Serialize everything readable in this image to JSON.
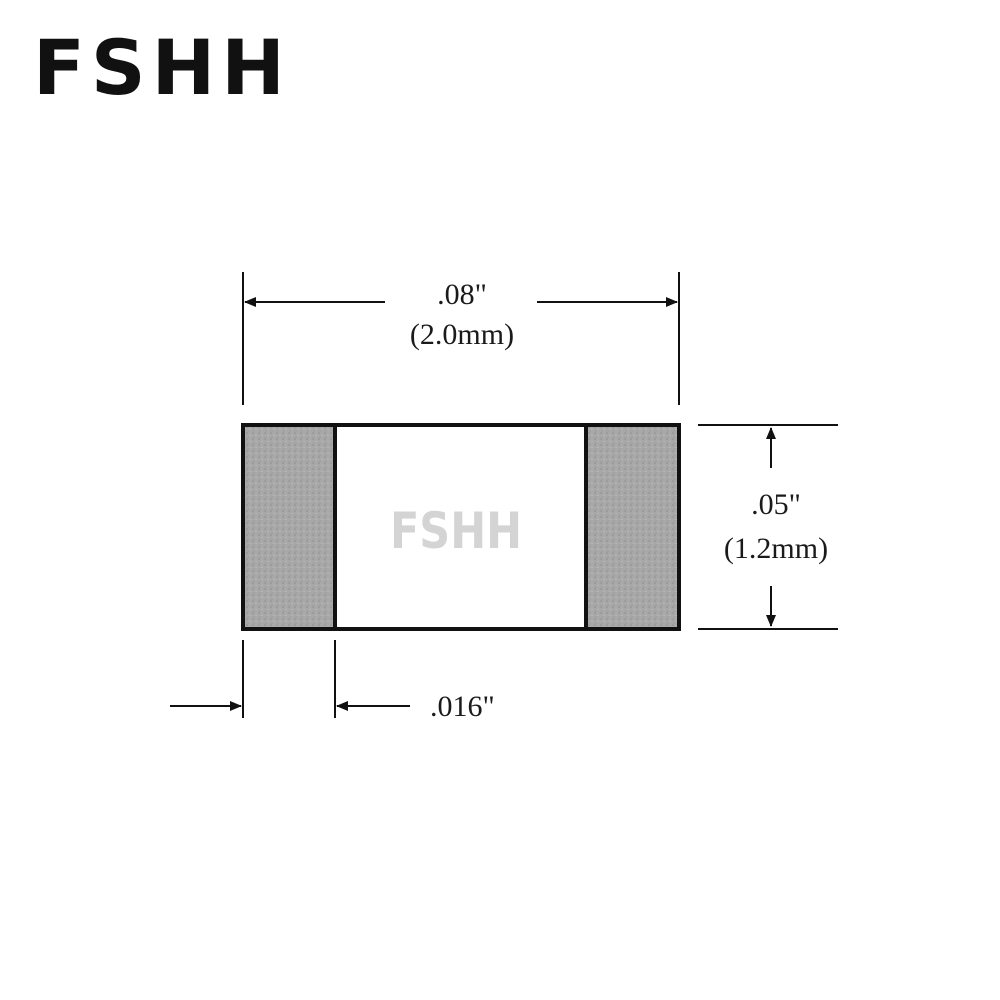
{
  "brand": {
    "name": "FSHH"
  },
  "drawing": {
    "length": {
      "inch": ".08\"",
      "mm": "(2.0mm)"
    },
    "width": {
      "inch": ".05\"",
      "mm": "(1.2mm)"
    },
    "terminal": {
      "inch": ".016\""
    },
    "watermark": "FSHH"
  },
  "colors": {
    "outline": "#111111",
    "terminal_fill": "#a8a8a8",
    "body_fill": "#ffffff"
  }
}
